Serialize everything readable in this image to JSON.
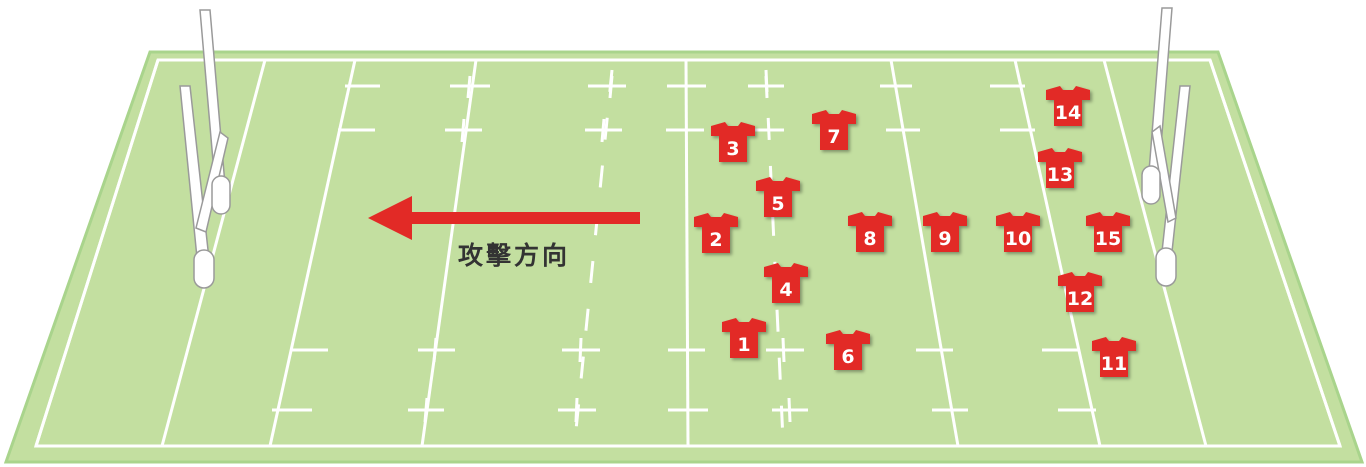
{
  "diagram": {
    "caption": "攻擊方向",
    "arrow_direction": "left",
    "colors": {
      "field_fill": "#c3dfa0",
      "field_edge": "#97c97a",
      "line": "#ffffff",
      "jersey": "#e22a26",
      "arrow": "#e22a26",
      "post": "#ffffff"
    },
    "players": [
      {
        "number": "1"
      },
      {
        "number": "2"
      },
      {
        "number": "3"
      },
      {
        "number": "4"
      },
      {
        "number": "5"
      },
      {
        "number": "6"
      },
      {
        "number": "7"
      },
      {
        "number": "8"
      },
      {
        "number": "9"
      },
      {
        "number": "10"
      },
      {
        "number": "11"
      },
      {
        "number": "12"
      },
      {
        "number": "13"
      },
      {
        "number": "14"
      },
      {
        "number": "15"
      }
    ]
  }
}
